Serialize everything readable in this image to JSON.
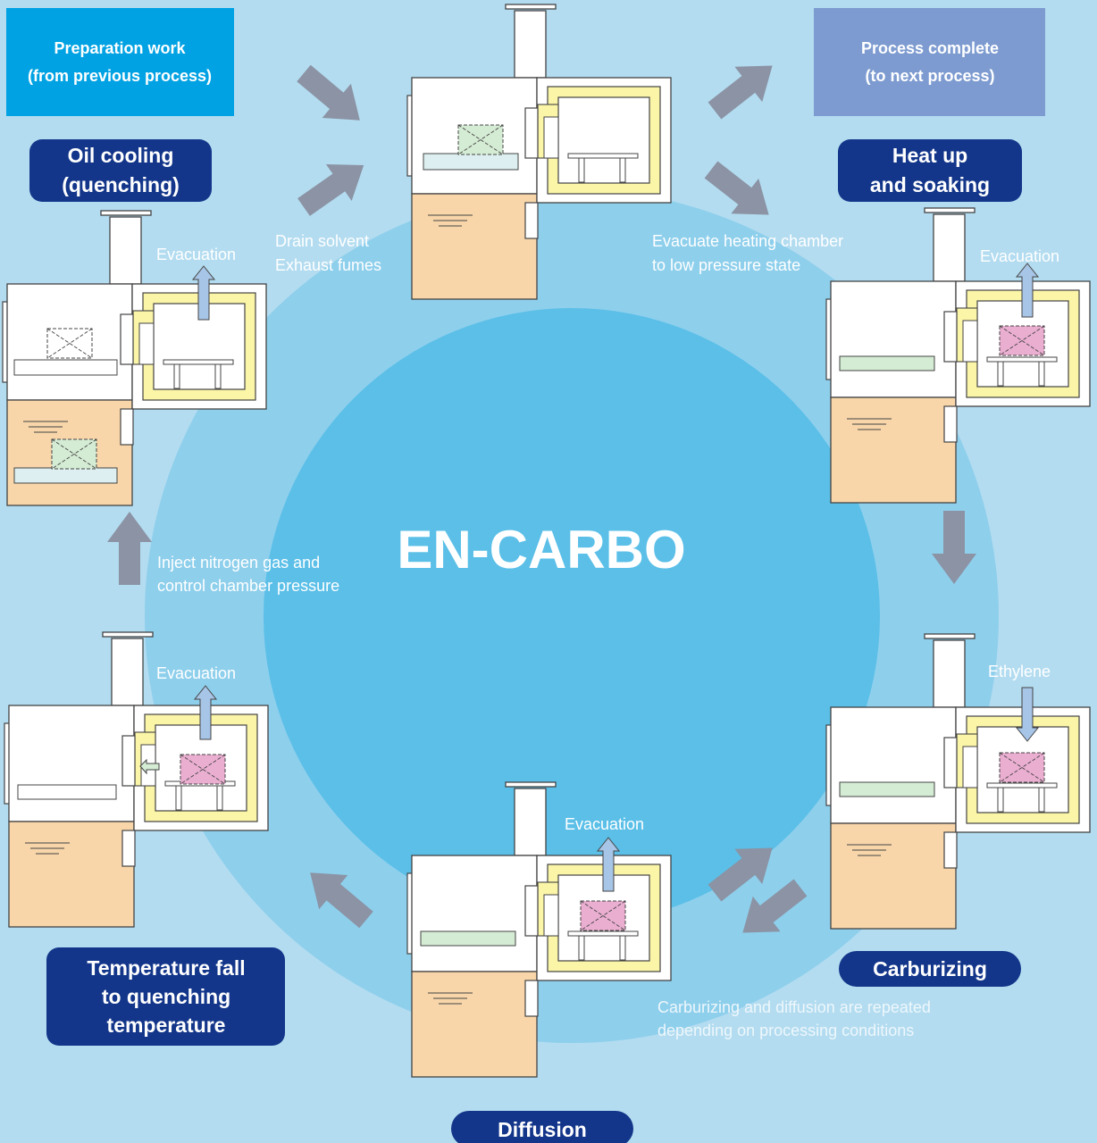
{
  "center_title": "EN-CARBO",
  "boxes": {
    "preparation": [
      "Preparation work",
      "(from previous process)"
    ],
    "complete": [
      "Process complete",
      "(to next process)"
    ]
  },
  "stages": {
    "oil_cooling": [
      "Oil cooling",
      "(quenching)"
    ],
    "heat_up": [
      "Heat up",
      "and soaking"
    ],
    "carburizing": "Carburizing",
    "diffusion": "Diffusion",
    "temp_fall": [
      "Temperature fall",
      "to quenching",
      "temperature"
    ]
  },
  "notes": {
    "drain": [
      "Drain solvent",
      "Exhaust fumes"
    ],
    "evacuate_heating": [
      "Evacuate heating chamber",
      "to low pressure state"
    ],
    "inject_nitrogen": [
      "Inject nitrogen gas and",
      "control chamber pressure"
    ],
    "repeat": [
      "Carburizing and diffusion are repeated",
      "depending on processing conditions"
    ]
  },
  "flow_labels": {
    "evac_left": "Evacuation",
    "evac_right": "Evacuation",
    "evac_lower_left": "Evacuation",
    "evac_bottom": "Evacuation",
    "ethylene": "Ethylene"
  },
  "colors": {
    "background": "#b3dcf0",
    "outer_circle": "#8ecfec",
    "inner_circle": "#5bbfe8",
    "stage_label": "#13368a",
    "preparation_box": "#00a2e3",
    "complete_box": "#7d9bd0",
    "arrow": "#8b93a4",
    "oil": "#f8d6aa",
    "insulation": "#fbf5a8",
    "workpiece_hot": "#eaaed1",
    "workpiece_cold": "#d5ecd4",
    "pipe": "#a7c5e6"
  }
}
